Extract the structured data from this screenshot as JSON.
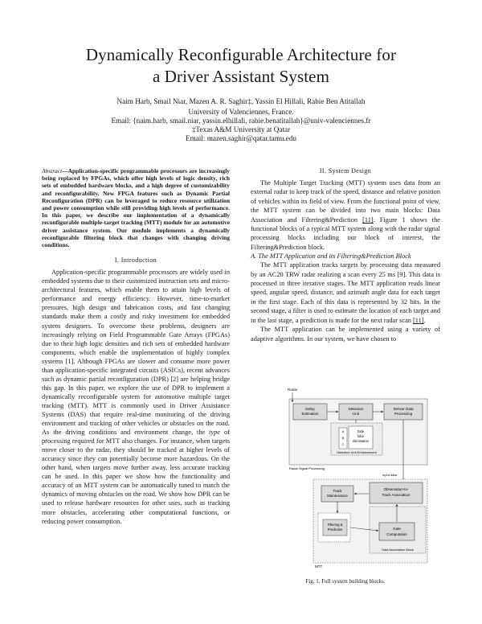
{
  "title": {
    "line1": "Dynamically Reconfigurable Architecture for",
    "line2": "a Driver Assistant System"
  },
  "authors": {
    "names": "Naim Harb, Smail Niar, Mazen A. R. Saghir‡, Yassin El Hillali, Rabie Ben Atitallah",
    "affiliation1": "University of Valenciennes, France.",
    "email1": "Email: {naim.harb, smail.niar, yassin.elhillali, rabie.benatitallah}@univ-valenciennes.fr",
    "affiliation2": "‡Texas A&M University at Qatar",
    "email2": "Email: mazen.saghir@qatar.tamu.edu"
  },
  "abstract": {
    "lead": "Abstract",
    "text": "—Application-specific programmable processors are increasingly being replaced by FPGAs, which offer high levels of logic density, rich sets of embedded hardware blocks, and a high degree of customizability and reconfigurability. New FPGA features such as Dynamic Partial Reconfiguration (DPR) can be leveraged to reduce resource utilization and power consumption while still providing high levels of performance. In this paper, we describe our implementation of a dynamically reconfigurable multiple-target tracking (MTT) module for an automotive driver assistance system. Our module implements a dynamically reconfigurable filtering block that changes with changing driving conditions."
  },
  "section1": {
    "heading": "I. Introduction",
    "p1": "Application-specific programmable processors are widely used in embedded systems due to their customized instruction sets and micro-architectural features, which enable them to attain high levels of performance and energy efficiency. However, time-to-market pressures, high design and fabrication costs, and fast changing standards make them a costly and risky investment for embedded system designers. To overcome these problems, designers are increasingly relying on Field Programmable Gate Arrays (FPGAs) due to their high logic densities and rich sets of embedded hardware components, which enable the implementation of highly complex systems [1]. Although FPGAs are slower and consume more power than application-specific integrated circuits (ASICs), recent advances such as dynamic partial reconfiguration (DPR) [2] are helping bridge this gap. In this paper, we explore the use of DPR to implement a dynamically reconfigurable system for automotive multiple target tracking (MTT). MTT is commonly used in Driver Assistance Systems (DAS) that require real-time monitoring of the driving environment and tracking of other vehicles or obstacles on the road. As the driving conditions and environment change, the ",
    "p1_italic": "type",
    "p1_end": " of processing required for MTT also changes. For instance, when targets move closer to the radar, they should be tracked at higher levels of accuracy since they can potentially become more hazardous. On the other hand, when targets move further away, less accurate tracking can be used. In this paper we show how the functionality and accuracy of an MTT system can be automatically tuned to match the dynamics of moving obstacles on the road. We show how DPR can be used to release hardware resources for other uses, such as tracking more obstacles, accelerating other computational functions, or reducing power consumption."
  },
  "section2": {
    "heading": "II. System Design",
    "p1_a": "The Multiple Target Tracking (MTT) system uses data from an external radar to keep track of the speed, distance and relative position of vehicles within its field of view. From the functional point of view, the MTT system can be divided into two main blocks: Data Association and Filtering&Prediction ",
    "p1_ref": "[11]",
    "p1_b": ". Figure 1 shows the functional blocks of a typical MTT system along with the radar signal processing blocks including our block of interest, the Filtering&Prediction block.",
    "subsection": "A. The MTT Application and its Filtering&Prediction Block",
    "p2_a": "The MTT application tracks targets by processing data measured by an AC20 TRW radar realizing a scan every 25 ms [9]. This data is processed in three iterative stages. The MTT application reads linear speed, angular speed, distance, and azimuth angle data for each target in the first stage. Each of this data is represented by 32 bits. In the second stage, a filter is used to estimate the location of each target and in the last stage, a prediction is made for the next radar scan ",
    "p2_ref": "[11]",
    "p2_b": ".",
    "p3": "The MTT application can be implemented using a variety of adaptive algorithms. In our system, we have chosen to"
  },
  "figure": {
    "radar": "Radar",
    "delay_line1": "Delay",
    "delay_line2": "Estimation",
    "detection_line1": "Detection",
    "detection_line2": "Unit",
    "sensor_line1": "Sensor Data",
    "sensor_line2": "Processing",
    "side_line1": "Side",
    "side_line2": "lobe",
    "side_line3": "elimination",
    "abc": [
      "A",
      "B",
      "C"
    ],
    "detection_enh": "Detection Unit Enhancement",
    "radar_sp": "Radar Signal Processing",
    "input_data": "Input data",
    "track_line1": "Track",
    "track_line2": "Maintenance",
    "obs_line1": "Observation-to-",
    "obs_line2": "Track Association",
    "filt_line1": "Filtering &",
    "filt_line2": "Prediction",
    "gate_line1": "Gate",
    "gate_line2": "Computation",
    "data_assoc": "Data Association Block",
    "mtt": "MTT",
    "caption": "Fig. 1.    Full system building blocks."
  }
}
